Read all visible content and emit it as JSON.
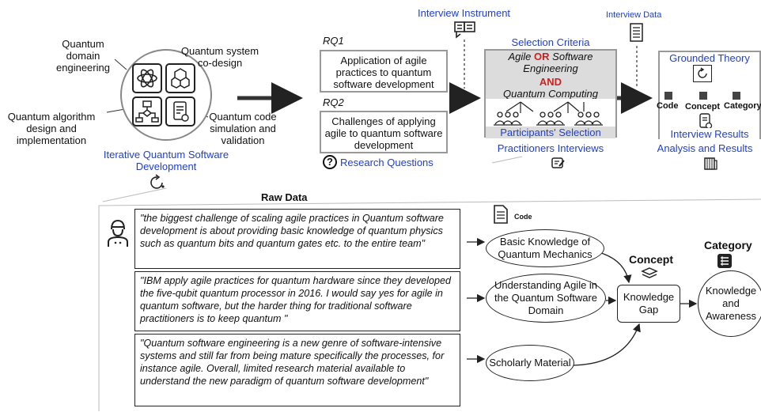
{
  "left": {
    "quantum_domain_engineering": "Quantum domain engineering",
    "quantum_system_codesign": "Quantum system co-design",
    "quantum_algorithm_design": "Quantum algorithm design and implementation",
    "quantum_code_simulation": "Quantum code simulation and validation",
    "cycle_title": "Iterative Quantum Software Development"
  },
  "rq": {
    "rq1_label": "RQ1",
    "rq1_text": "Application of agile practices to quantum software development",
    "rq2_label": "RQ2",
    "rq2_text": "Challenges of applying agile to quantum software development",
    "research_questions": "Research Questions"
  },
  "interviews": {
    "instrument": "Interview Instrument",
    "selection_criteria": "Selection Criteria",
    "crit_agile": "Agile",
    "crit_or": "OR",
    "crit_se": "Software Engineering",
    "crit_and": "AND",
    "crit_qc": "Quantum Computing",
    "participants_selection": "Participants' Selection",
    "practitioners_interviews": "Practitioners Interviews"
  },
  "analysis": {
    "interview_data": "Interview Data",
    "grounded_theory": "Grounded Theory",
    "code": "Code",
    "concept": "Concept",
    "category": "Category",
    "interview_results": "Interview Results",
    "analysis_results": "Analysis and Results"
  },
  "raw": {
    "title": "Raw Data",
    "quote1": "\"the biggest challenge of scaling agile practices in Quantum software development is about providing basic knowledge of quantum physics such as quantum bits and quantum gates  etc. to the entire team\"",
    "quote2": "\"IBM apply agile practices for quantum hardware since they developed the five-qubit quantum processor in 2016. I would say yes for agile in quantum software, but the harder thing for traditional software practitioners is to keep quantum \"",
    "quote3": "\"Quantum software engineering is a new genre of  software-intensive systems and  still far from being mature specifically the processes, for instance agile. Overall, limited research material available to understand the new paradigm of quantum software development\"",
    "code_label": "Code",
    "code1": "Basic Knowledge of Quantum Mechanics",
    "code2": "Understanding Agile in the Quantum Software Domain",
    "code3": "Scholarly Material",
    "concept_label": "Concept",
    "concept": "Knowledge Gap",
    "category_label": "Category",
    "category": "Knowledge and Awareness"
  },
  "colors": {
    "blue": "#1f3fd1",
    "red": "#d11f1f",
    "grey_fill": "#dcdcdc"
  }
}
